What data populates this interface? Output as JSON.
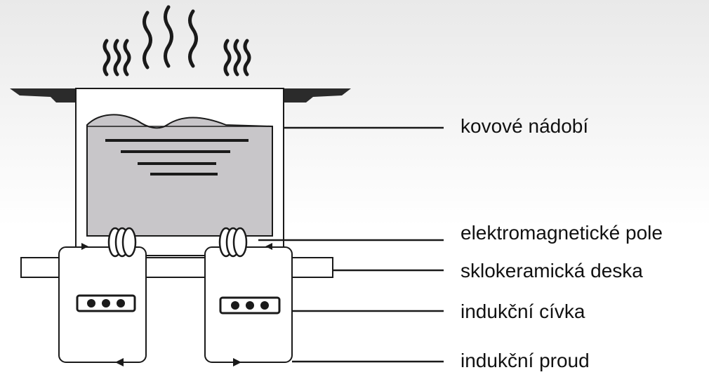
{
  "labels": {
    "cookware": "kovové nádobí",
    "em_field": "elektromagnetické pole",
    "hob": "sklokeramická deska",
    "coil": "indukční cívka",
    "current": "indukční proud"
  },
  "colors": {
    "stroke": "#1a1a1a",
    "contents": "#c8c6c9",
    "handle": "#2b2b2b"
  }
}
